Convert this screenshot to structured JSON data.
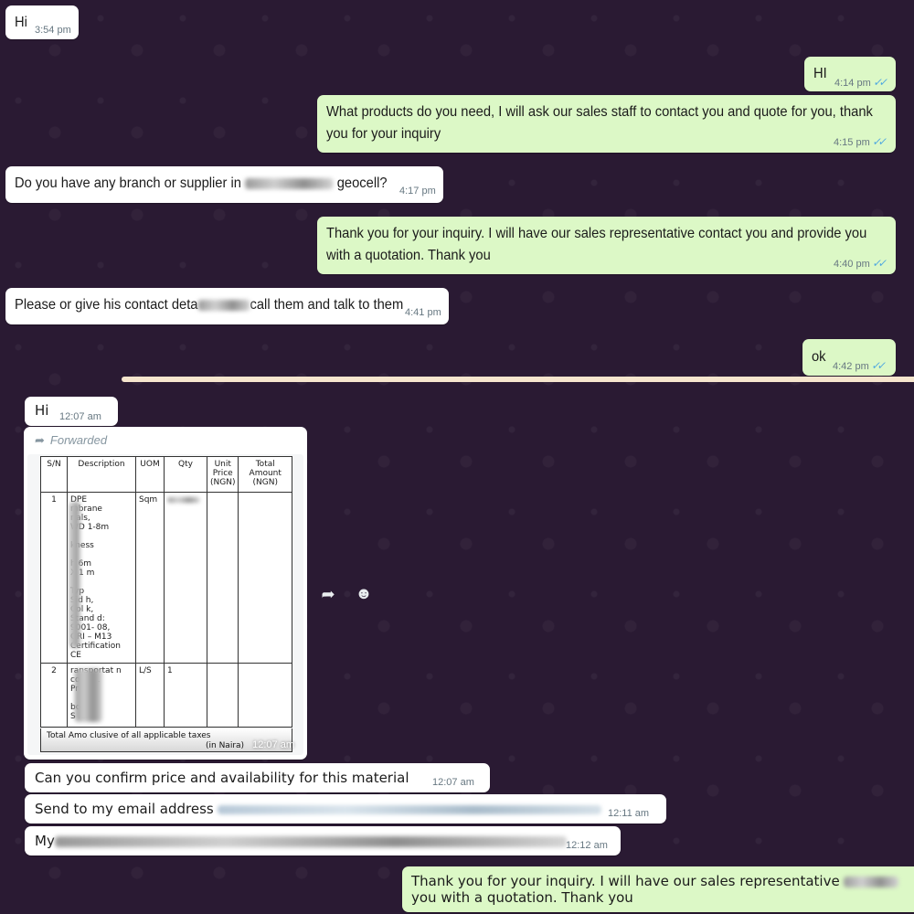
{
  "messages": {
    "m1": {
      "text": "Hi",
      "time": "3:54 pm"
    },
    "m2": {
      "text": "HI",
      "time": "4:14 pm"
    },
    "m3": {
      "text": "What products do you need, I will ask our sales staff to contact you and quote for you, thank you for your inquiry",
      "time": "4:15 pm"
    },
    "m4": {
      "text_a": "Do you have any branch or supplier in",
      "text_b": "geocell?",
      "time": "4:17 pm"
    },
    "m5": {
      "text": "Thank you for your inquiry. I will have our sales representative contact you and provide you with a quotation. Thank you",
      "time": "4:40 pm"
    },
    "m6": {
      "text_a": "Please or give his contact deta",
      "text_b": "call them and talk to them",
      "time": "4:41 pm"
    },
    "m7": {
      "text": "ok",
      "time": "4:42 pm"
    },
    "m8": {
      "text": "Hi",
      "time": "12:07 am"
    },
    "m10": {
      "text": "Can you confirm price and availability for this material",
      "time": "12:07 am"
    },
    "m11": {
      "text": "Send to my email address",
      "time": "12:11 am"
    },
    "m12": {
      "text": "My",
      "time": "12:12 am"
    },
    "m13": {
      "text_a": "Thank you for your inquiry. I will have our sales representative",
      "text_b": "you with a quotation. Thank you"
    }
  },
  "forwarded": {
    "label": "Forwarded",
    "time": "12:07 am",
    "table": {
      "headers": [
        "S/N",
        "Description",
        "UOM",
        "Qty",
        "Unit\nPrice\n(NGN)",
        "Total\nAmount\n(NGN)"
      ],
      "row1": {
        "sn": "1",
        "desc": "DPE\nmbrane\nrials,\nWD 1-8m\n\nkness\n\nh   6m\nX   1 m\n\nTyp\nSid     h,\nCol    k,\nStand   d:\n9001-   08,\nGRI –   M13\nCertification\nCE",
        "uom": "Sqm",
        "qty": "",
        "unit": "",
        "total": ""
      },
      "row2": {
        "sn": "2",
        "desc": "ransportat   n\nco     S FL\nPr    S\n\n     bo\nS   le",
        "uom": "L/S",
        "qty": "1",
        "unit": "",
        "total": ""
      },
      "footer_a": "Total Amo       clusive of all applicable taxes",
      "footer_b": "(in Naira)"
    }
  },
  "icons": {
    "share": "share-icon",
    "emoji": "emoji-icon",
    "forward": "forward-arrow-icon",
    "read": "double-check-icon"
  },
  "colors": {
    "incoming": "#ffffff",
    "outgoing": "#dcf8c6",
    "background": "#2a1a33",
    "read_ticks": "#4fa8e0",
    "divider": "#f6e5cd"
  }
}
